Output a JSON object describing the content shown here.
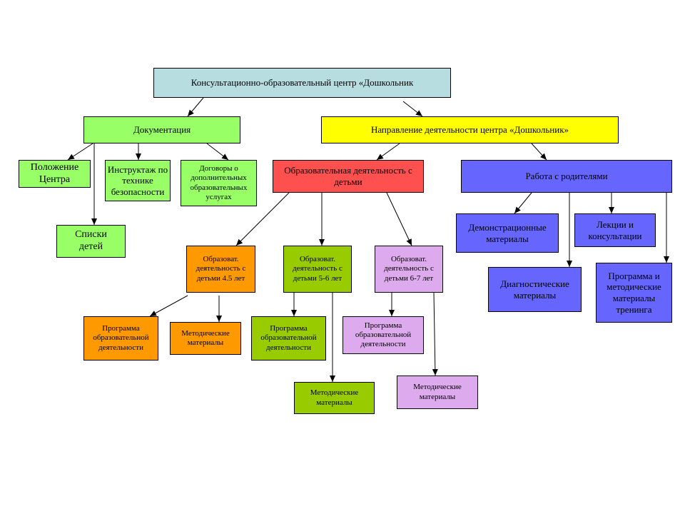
{
  "colors": {
    "root": "#b7dde1",
    "documentation": "#99ff66",
    "direction": "#ffff00",
    "education": "#ff5050",
    "parents": "#6666ff",
    "age_4_5": "#ff9900",
    "age_5_6": "#99cc00",
    "age_6_7": "#ddaaee"
  },
  "nodes": {
    "root": "Консультационно-образовательный центр «Дошкольник",
    "documentation": "Документация",
    "direction": "Направление деятельности центра «Дошкольник»",
    "regulation": "Положение Центра",
    "children_lists": "Списки детей",
    "safety_instruction": "Инструктаж по технике безопасности",
    "contracts": "Договоры о дополнительных образовательных услугах",
    "education_activity": "Образовательная деятельность с детьми",
    "parents_work": "Работа с родителями",
    "edu_4_5": "Образоват. деятельность с детьми 4.5 лет",
    "edu_5_6": "Образоват. деятельность с детьми 5-6 лет",
    "edu_6_7": "Образоват. деятельность с детьми 6-7 лет",
    "program_4_5": "Программа образовательной деятельности",
    "methods_4_5": "Методические материалы",
    "program_5_6": "Программа образовательной деятельности",
    "methods_5_6": "Методические материалы",
    "program_6_7": "Программа образовательной деятельности",
    "methods_6_7": "Методические материалы",
    "demo_materials": "Демонстрационные материалы",
    "lectures": "Лекции и консультации",
    "diagnostic_materials": "Диагностические материалы",
    "training_program": "Программа и методические материалы тренинга"
  }
}
